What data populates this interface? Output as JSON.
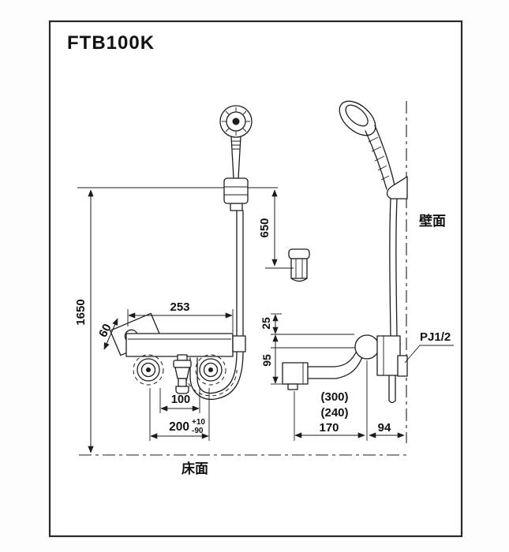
{
  "drawing": {
    "model": "FTB100K",
    "labels": {
      "wall_surface": "壁面",
      "floor_surface": "床面",
      "pipe_connection": "PJ1/2"
    },
    "dimensions": {
      "floor_to_shower_top": "1650",
      "holder_to_hook": "650",
      "body_width": "253",
      "escutcheon_width": "60",
      "center_to_body_top": "25",
      "center_to_spout_outlet": "95",
      "spout_center_offset": "100",
      "mounting_pitch": "200",
      "pitch_tolerance_plus": "+10",
      "pitch_tolerance_minus": "-90",
      "spout_length_alt_300": "(300)",
      "spout_length_alt_240": "(240)",
      "spout_reach": "170",
      "center_to_wall": "94"
    },
    "line_color": "#1c1c1c",
    "frame_color": "#2a2a2a"
  }
}
